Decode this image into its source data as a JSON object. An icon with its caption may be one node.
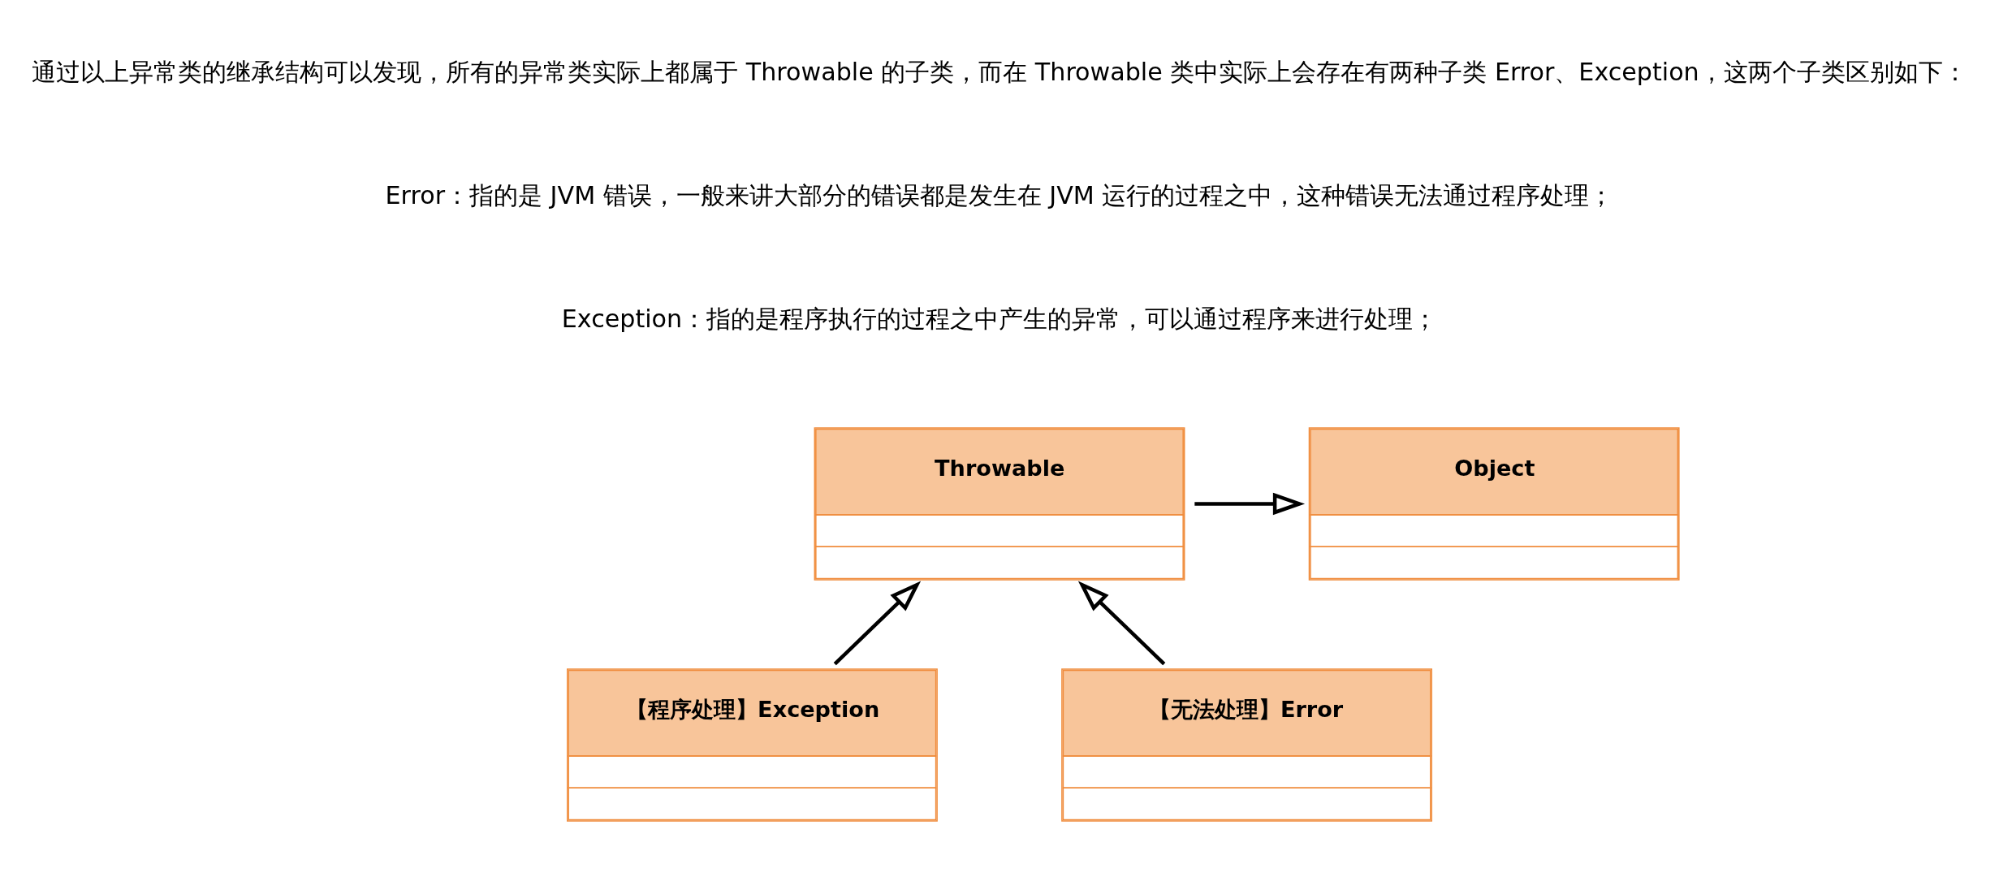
{
  "diagram": {
    "nodes": [
      {
        "text": [
          "Object"
        ]
      },
      {
        "text": [
          "Throwable"
        ]
      },
      {
        "text": [
          "【程序处理】Exception"
        ]
      },
      {
        "text": [
          "【无法处理】Error"
        ]
      }
    ],
    "edges": [
      {
        "from": 1,
        "to": 0,
        "arrow": "to"
      },
      {
        "from": 2,
        "to": 1,
        "arrow": "to"
      },
      {
        "from": 3,
        "to": 1,
        "arrow": "to"
      }
    ],
    "labels": [
      "通过以上异常类的继承结构可以发现，所有的异常类实际上都属于 Throwable 的子类，而在 Throwable 类中实际上会存在有两种子类 Error、Exception，这两个子类区别如下：",
      "Error：指的是 JVM 错误，一般来讲大部分的错误都是发生在 JVM 运行的过程之中，这种错误无法通过程序处理；",
      "Exception：指的是程序执行的过程之中产生的异常，可以通过程序来进行处理；"
    ]
  }
}
